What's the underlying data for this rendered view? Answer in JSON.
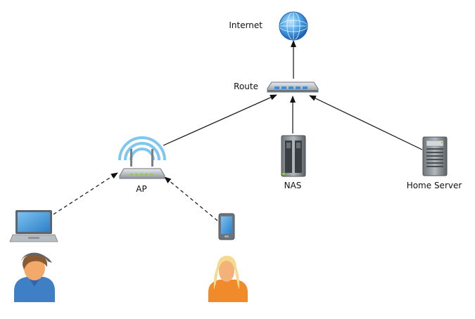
{
  "nodes": {
    "internet": {
      "label": "Internet",
      "icon": "globe-icon"
    },
    "route": {
      "label": "Route",
      "icon": "router-icon"
    },
    "ap": {
      "label": "AP",
      "icon": "wifi-access-point-icon"
    },
    "nas": {
      "label": "NAS",
      "icon": "nas-storage-icon"
    },
    "home_server": {
      "label": "Home Server",
      "icon": "server-tower-icon"
    },
    "laptop": {
      "label": "",
      "icon": "laptop-icon"
    },
    "phone": {
      "label": "",
      "icon": "smartphone-icon"
    },
    "user_male": {
      "label": "",
      "icon": "male-user-icon"
    },
    "user_female": {
      "label": "",
      "icon": "female-user-icon"
    }
  },
  "connections": [
    {
      "from": "route",
      "to": "internet",
      "style": "solid"
    },
    {
      "from": "ap",
      "to": "route",
      "style": "solid"
    },
    {
      "from": "nas",
      "to": "route",
      "style": "solid"
    },
    {
      "from": "home_server",
      "to": "route",
      "style": "solid"
    },
    {
      "from": "laptop",
      "to": "ap",
      "style": "dashed"
    },
    {
      "from": "phone",
      "to": "ap",
      "style": "dashed"
    }
  ],
  "colors": {
    "line": "#111111",
    "wifi_waves": "#7fc7ee",
    "globe": "#3e8fd6",
    "user_male_shirt": "#3f7fc6",
    "user_female_shirt": "#f08a2b"
  }
}
